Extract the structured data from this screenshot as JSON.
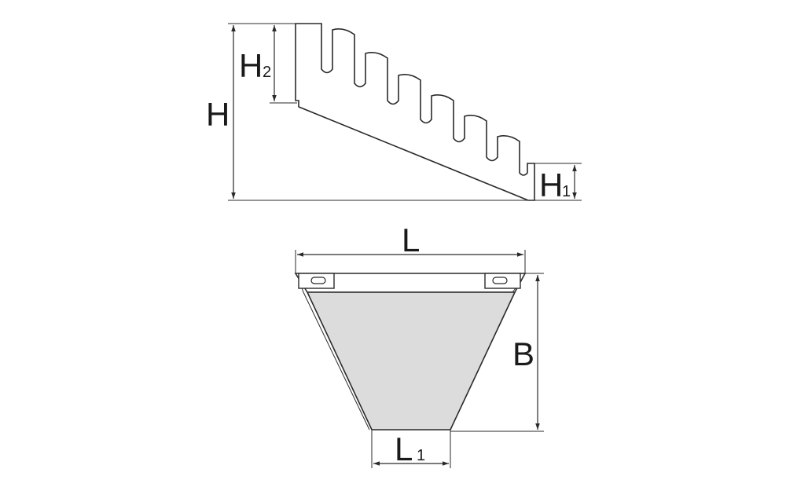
{
  "side_view": {
    "label_H": "H",
    "label_H2_main": "H",
    "label_H2_sub": "2",
    "label_H1_main": "H",
    "label_H1_sub": "1"
  },
  "top_view": {
    "label_L": "L",
    "label_B": "B",
    "label_L1_main": "L",
    "label_L1_sub": "1"
  },
  "colors": {
    "fill": "#dcdcdc",
    "line": "#2a2a2a"
  }
}
